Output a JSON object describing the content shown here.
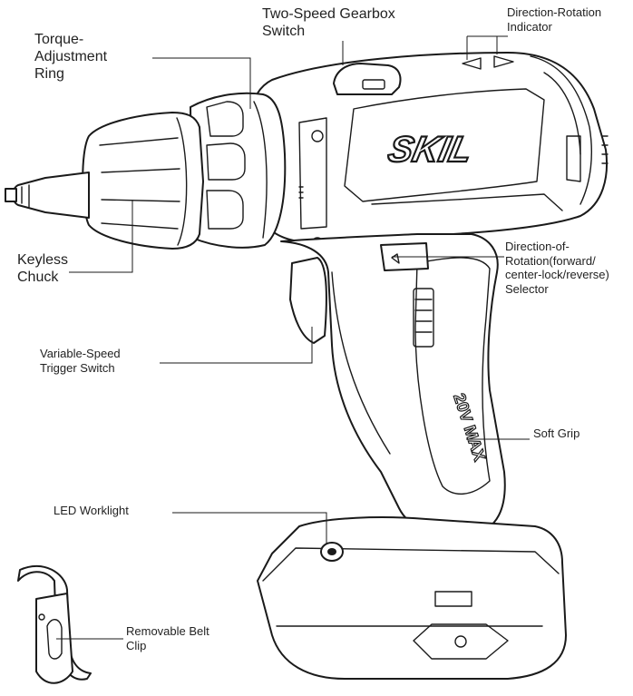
{
  "callouts": {
    "two_speed": "Two-Speed Gearbox\nSwitch",
    "direction_indicator": "Direction-Rotation\nIndicator",
    "torque_ring": "Torque-\nAdjustment\nRing",
    "keyless_chuck": "Keyless\nChuck",
    "direction_selector": "Direction-of-\nRotation(forward/\ncenter-lock/reverse)\nSelector",
    "trigger": "Variable-Speed\nTrigger Switch",
    "soft_grip": "Soft Grip",
    "worklight": "LED Worklight",
    "belt_clip": "Removable Belt\nClip"
  },
  "brand": "SKIL",
  "battery_marking": "20V MAX"
}
